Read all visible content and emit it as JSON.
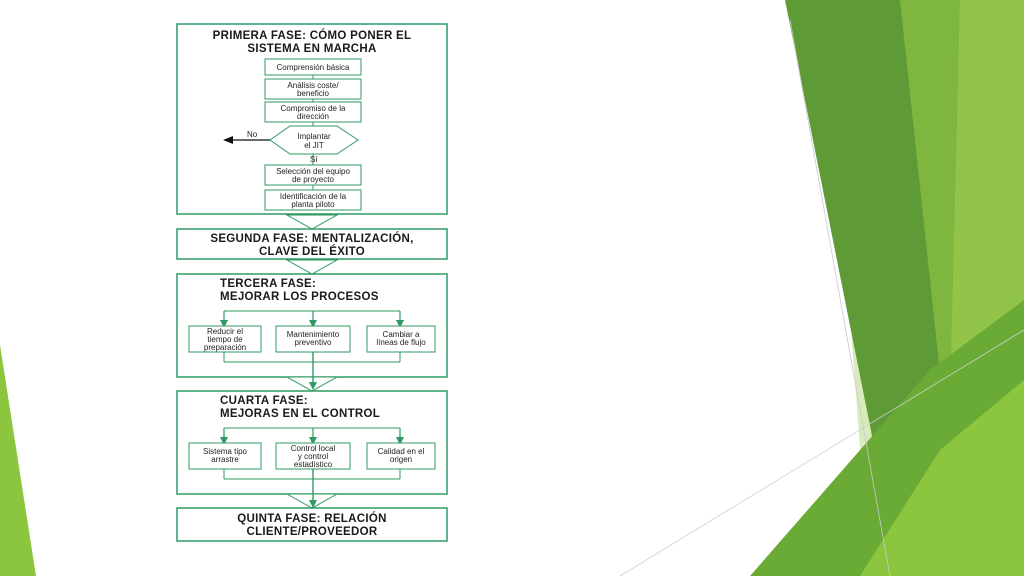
{
  "colors": {
    "frame": "#2f9a63",
    "arrow": "#2f9a63",
    "green_dark": "#4f8f2e",
    "green_mid": "#6fae3c",
    "green_light": "#9ccd55",
    "green_pale": "#d6e9b4"
  },
  "phase1": {
    "title_line1": "PRIMERA FASE: CÓMO PONER EL",
    "title_line2": "SISTEMA EN MARCHA",
    "steps": [
      {
        "line1": "Comprensión básica",
        "line2": ""
      },
      {
        "line1": "Análisis coste/",
        "line2": "beneficio"
      },
      {
        "line1": "Compromiso de la",
        "line2": "dirección"
      }
    ],
    "decision_line1": "Implantar",
    "decision_line2": "el JIT",
    "no_label": "No",
    "yes_label": "Sí",
    "steps_after": [
      {
        "line1": "Selección del equipo",
        "line2": "de proyecto"
      },
      {
        "line1": "Identificación de la",
        "line2": "planta piloto"
      }
    ]
  },
  "phase2": {
    "title_line1": "SEGUNDA FASE: MENTALIZACIÓN,",
    "title_line2": "CLAVE DEL ÉXITO"
  },
  "phase3": {
    "title_line1": "TERCERA FASE:",
    "title_line2": "MEJORAR LOS PROCESOS",
    "boxes": [
      {
        "line1": "Reducir el",
        "line2": "tiempo de",
        "line3": "preparación"
      },
      {
        "line1": "Mantenimiento",
        "line2": "preventivo",
        "line3": ""
      },
      {
        "line1": "Cambiar a",
        "line2": "líneas de flujo",
        "line3": ""
      }
    ]
  },
  "phase4": {
    "title_line1": "CUARTA FASE:",
    "title_line2": "MEJORAS EN EL CONTROL",
    "boxes": [
      {
        "line1": "Sistema tipo",
        "line2": "arrastre",
        "line3": ""
      },
      {
        "line1": "Control local",
        "line2": "y control",
        "line3": "estadístico"
      },
      {
        "line1": "Calidad en el",
        "line2": "origen",
        "line3": ""
      }
    ]
  },
  "phase5": {
    "title_line1": "QUINTA FASE: RELACIÓN",
    "title_line2": "CLIENTE/PROVEEDOR"
  }
}
